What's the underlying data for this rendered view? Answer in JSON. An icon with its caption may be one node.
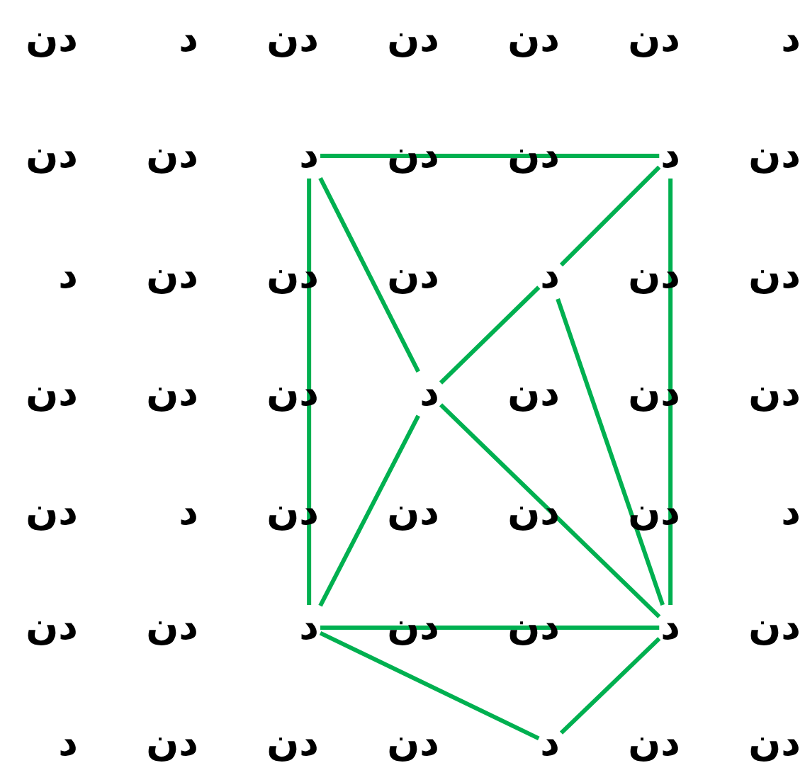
{
  "diagram": {
    "nodes": [
      {
        "text": [
          "د"
        ]
      },
      {
        "text": [
          "د"
        ]
      },
      {
        "text": [
          "د"
        ]
      },
      {
        "text": [
          "د"
        ]
      },
      {
        "text": [
          "د"
        ]
      },
      {
        "text": [
          "د"
        ]
      },
      {
        "text": [
          "د"
        ]
      }
    ],
    "edges": [
      {
        "from": 0,
        "to": 1,
        "arrow": "none"
      },
      {
        "from": 0,
        "to": 4,
        "arrow": "none"
      },
      {
        "from": 1,
        "to": 5,
        "arrow": "none"
      },
      {
        "from": 0,
        "to": 3,
        "arrow": "none"
      },
      {
        "from": 3,
        "to": 5,
        "arrow": "none"
      },
      {
        "from": 1,
        "to": 2,
        "arrow": "none"
      },
      {
        "from": 2,
        "to": 3,
        "arrow": "none"
      },
      {
        "from": 3,
        "to": 4,
        "arrow": "none"
      },
      {
        "from": 2,
        "to": 5,
        "arrow": "none"
      },
      {
        "from": 4,
        "to": 5,
        "arrow": "none"
      },
      {
        "from": 4,
        "to": 6,
        "arrow": "none"
      },
      {
        "from": 6,
        "to": 5,
        "arrow": "none"
      }
    ],
    "labels": [
      "دن",
      "د",
      "دن",
      "دن",
      "دن",
      "دن",
      "د",
      "دن",
      "دن",
      "دن",
      "دن",
      "دن",
      "د",
      "دن",
      "دن",
      "دن",
      "دن",
      "دن",
      "دن",
      "دن",
      "دن",
      "دن",
      "دن",
      "دن",
      "دن",
      "د",
      "دن",
      "دن",
      "دن",
      "دن",
      "د",
      "دن",
      "دن",
      "دن",
      "دن",
      "دن",
      "د",
      "دن",
      "دن",
      "دن",
      "دن",
      "دن"
    ]
  }
}
